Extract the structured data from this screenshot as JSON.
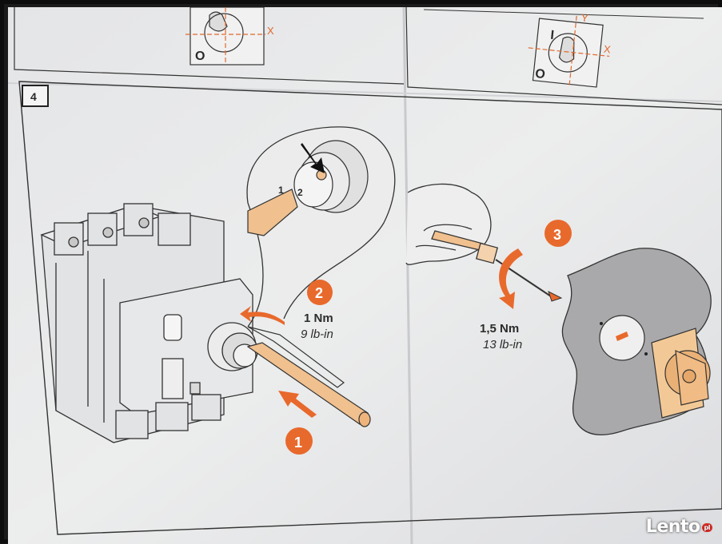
{
  "step_box": {
    "number": "4"
  },
  "top_left_diagram": {
    "axis_x": "X",
    "position_o": "O"
  },
  "top_right_diagram": {
    "axis_x": "X",
    "axis_y": "Y",
    "position_i": "I",
    "position_o": "O"
  },
  "zoom_detail": {
    "label_1": "1",
    "label_2": "2"
  },
  "step_1": {
    "badge": "1"
  },
  "step_2": {
    "badge": "2",
    "torque_nm": "1 Nm",
    "torque_lbin": "9 lb-in"
  },
  "step_3": {
    "badge": "3",
    "torque_nm": "1,5 Nm",
    "torque_lbin": "13 lb-in"
  },
  "watermark": {
    "brand": "Lento",
    "tld": "pl"
  },
  "colors": {
    "accent": "#e8692c",
    "paper": "#e9eaec",
    "line": "#2e2e2e",
    "panel_gray": "#a9a9ab",
    "handle_orange": "#f0c08e"
  }
}
